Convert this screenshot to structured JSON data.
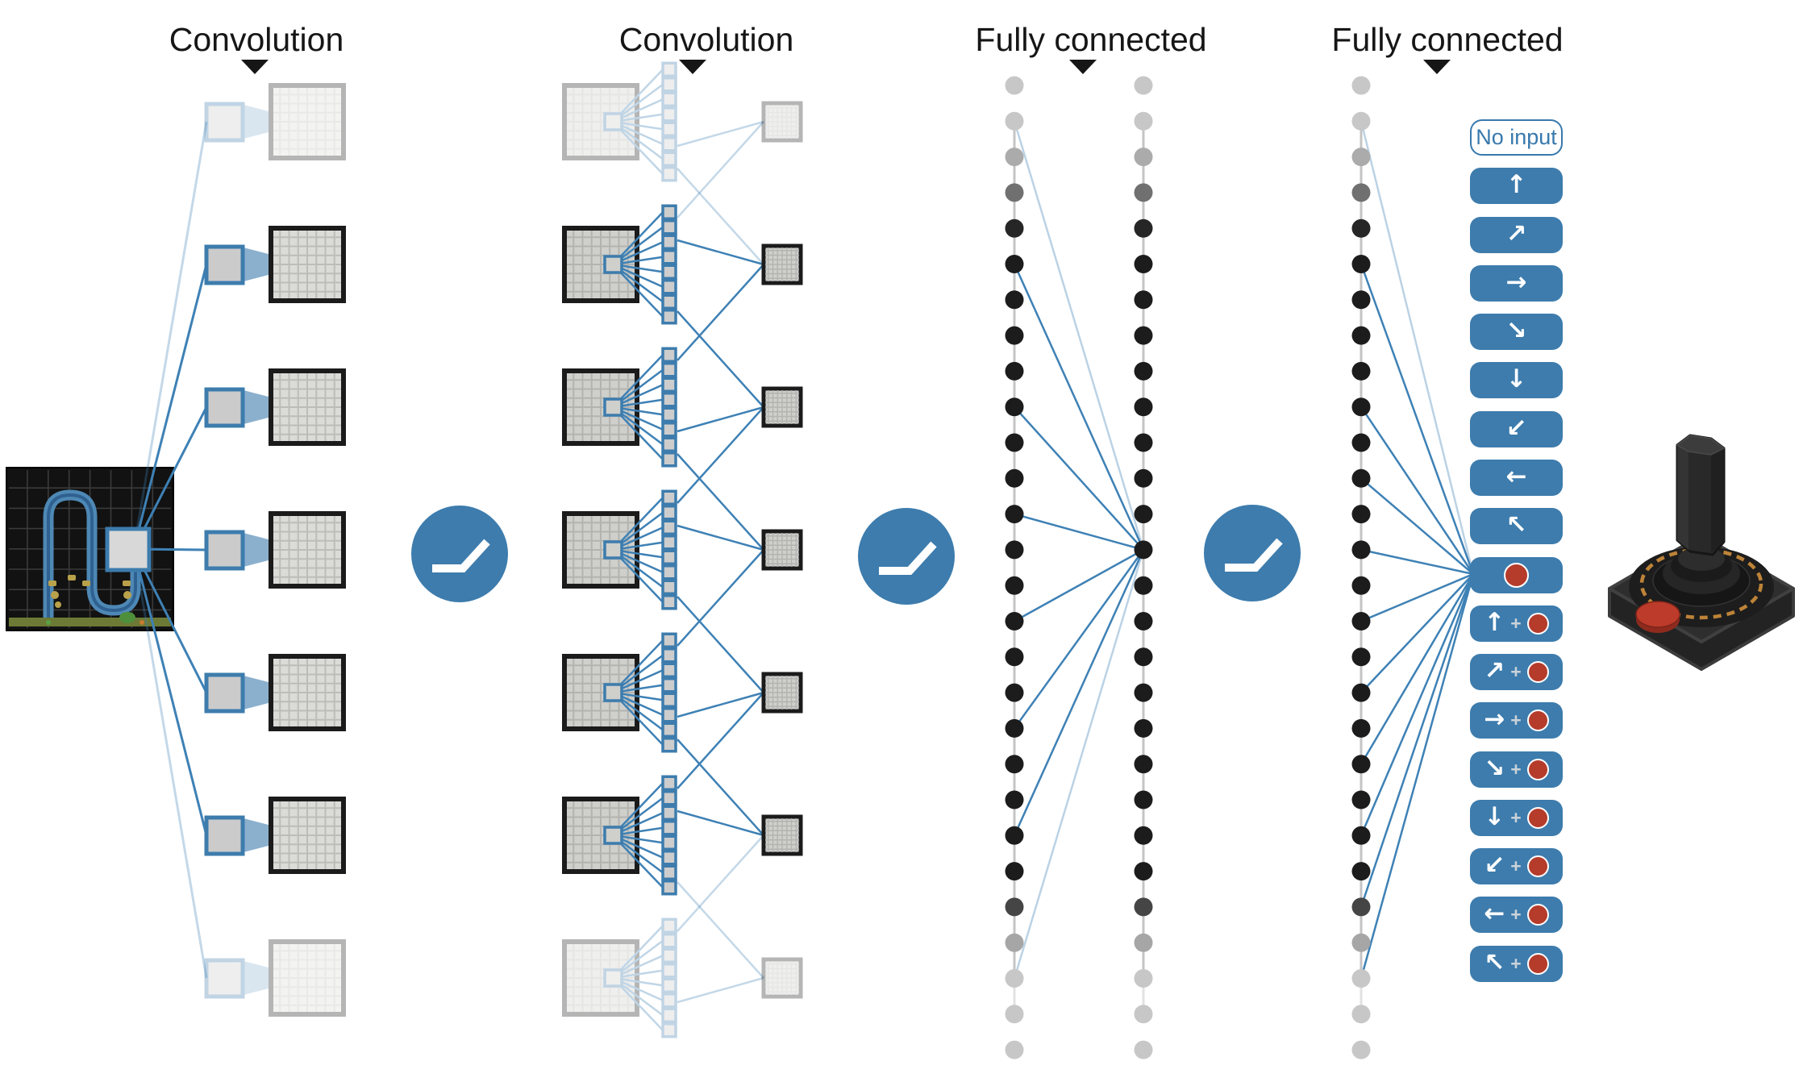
{
  "figure": {
    "title_labels": [
      {
        "text": "Convolution"
      },
      {
        "text": "Convolution"
      },
      {
        "text": "Fully connected"
      },
      {
        "text": "Fully connected"
      }
    ],
    "network": {
      "conv1_feature_maps": 7,
      "conv2_feature_maps": 7,
      "conv2_weight_squares_per_map": 8,
      "fc_units_per_column": 28,
      "fc_columns": 3,
      "faded_rows": [
        0,
        6
      ],
      "input_description": "atari-game-screen-with-highlighted-patch",
      "activation_icon": "relu-curve-icon",
      "output_device": "atari-joystick"
    },
    "plus_label": "+",
    "actions": [
      {
        "id": "no-input",
        "style": "outline",
        "label": "No input"
      },
      {
        "id": "up",
        "style": "solid",
        "arrow": "↑"
      },
      {
        "id": "up-right",
        "style": "solid",
        "arrow": "↗"
      },
      {
        "id": "right",
        "style": "solid",
        "arrow": "→"
      },
      {
        "id": "down-right",
        "style": "solid",
        "arrow": "↘"
      },
      {
        "id": "down",
        "style": "solid",
        "arrow": "↓"
      },
      {
        "id": "down-left",
        "style": "solid",
        "arrow": "↙"
      },
      {
        "id": "left",
        "style": "solid",
        "arrow": "←"
      },
      {
        "id": "up-left",
        "style": "solid",
        "arrow": "↖"
      },
      {
        "id": "fire",
        "style": "solid",
        "fire": true
      },
      {
        "id": "up-fire",
        "style": "solid",
        "arrow": "↑",
        "fire": true
      },
      {
        "id": "up-right-fire",
        "style": "solid",
        "arrow": "↗",
        "fire": true
      },
      {
        "id": "right-fire",
        "style": "solid",
        "arrow": "→",
        "fire": true
      },
      {
        "id": "down-right-fire",
        "style": "solid",
        "arrow": "↘",
        "fire": true
      },
      {
        "id": "down-fire",
        "style": "solid",
        "arrow": "↓",
        "fire": true
      },
      {
        "id": "down-left-fire",
        "style": "solid",
        "arrow": "↙",
        "fire": true
      },
      {
        "id": "left-fire",
        "style": "solid",
        "arrow": "←",
        "fire": true
      },
      {
        "id": "up-left-fire",
        "style": "solid",
        "arrow": "↖",
        "fire": true
      }
    ],
    "colors": {
      "blue": "#3d7cad",
      "line_blue": "#3e81b5",
      "light_line_blue": "#a9c6dd",
      "red": "#b53b2b",
      "dot_black": "#1c1c1c",
      "dot_gray": "#c7c7c7",
      "fc_connector_gray": "#c4c4c4",
      "square_border_black": "#1b1b1b",
      "square_fill_light": "#dbdbd8",
      "square_fill_mid": "#cfcfcc",
      "grid_line": "#bcbcb9",
      "label_black": "#161616"
    }
  }
}
